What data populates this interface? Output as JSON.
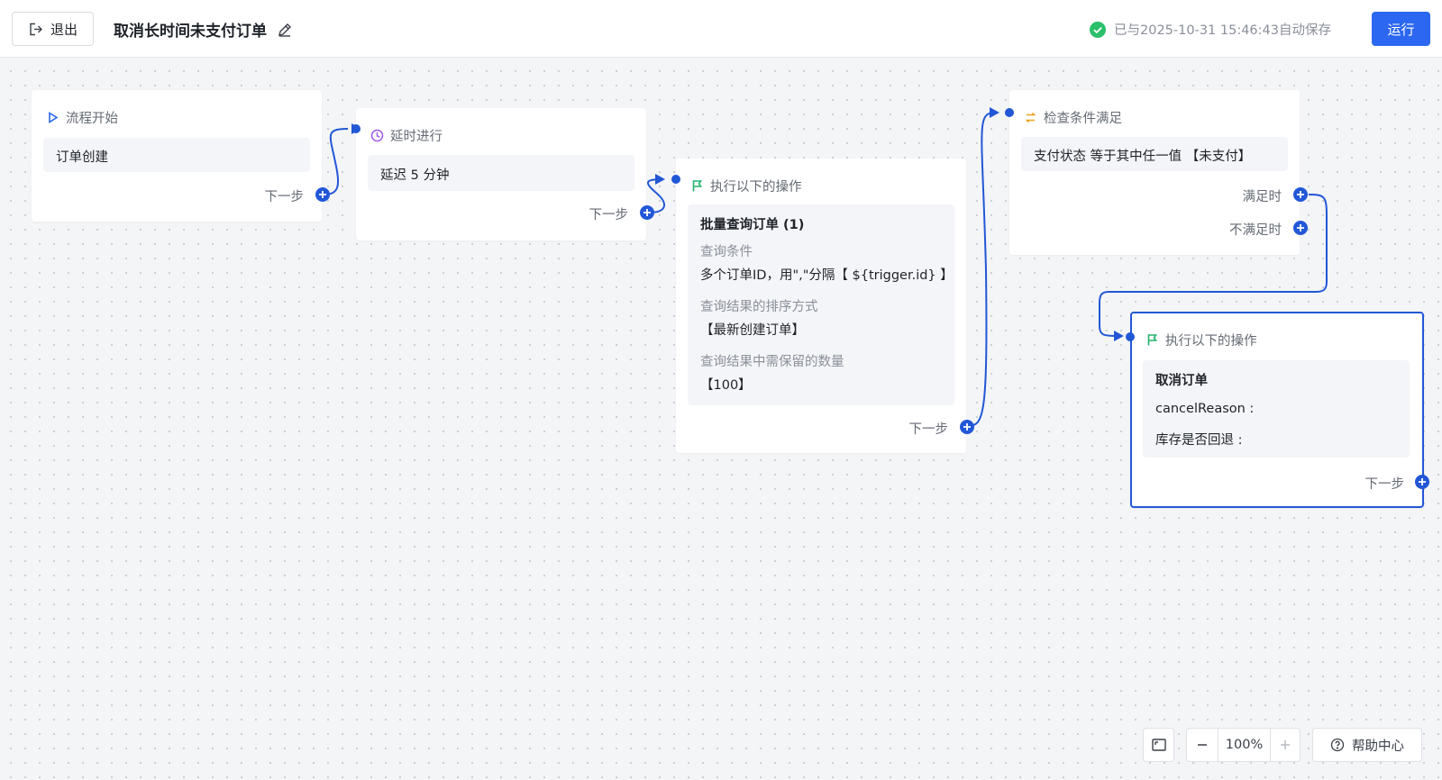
{
  "header": {
    "exit_label": "退出",
    "title": "取消长时间未支付订单",
    "save_status": "已与2025-10-31 15:46:43自动保存",
    "run_label": "运行"
  },
  "nodes": {
    "start": {
      "title": "流程开始",
      "event": "订单创建",
      "next": "下一步"
    },
    "delay": {
      "title": "延时进行",
      "value": "延迟 5 分钟",
      "next": "下一步"
    },
    "action1": {
      "title": "执行以下的操作",
      "op_title": "批量查询订单 (1)",
      "fields": [
        {
          "label": "查询条件",
          "value": "多个订单ID，用\",\"分隔【 ${trigger.id} 】"
        },
        {
          "label": "查询结果的排序方式",
          "value": "【最新创建订单】"
        },
        {
          "label": "查询结果中需保留的数量",
          "value": "【100】"
        }
      ],
      "next": "下一步"
    },
    "condition": {
      "title": "检查条件满足",
      "value": "支付状态 等于其中任一值 【未支付】",
      "yes": "满足时",
      "no": "不满足时"
    },
    "action2": {
      "title": "执行以下的操作",
      "op_title": "取消订单",
      "lines": [
        "cancelReason :",
        "库存是否回退 :"
      ],
      "next": "下一步"
    }
  },
  "controls": {
    "zoom": "100%",
    "help": "帮助中心"
  },
  "colors": {
    "primary": "#2b67f0",
    "edge": "#2257d6",
    "success": "#2bbf6a",
    "flag": "#21b36b",
    "delay_icon": "#a05ae8",
    "condition_icon": "#f0a020"
  }
}
